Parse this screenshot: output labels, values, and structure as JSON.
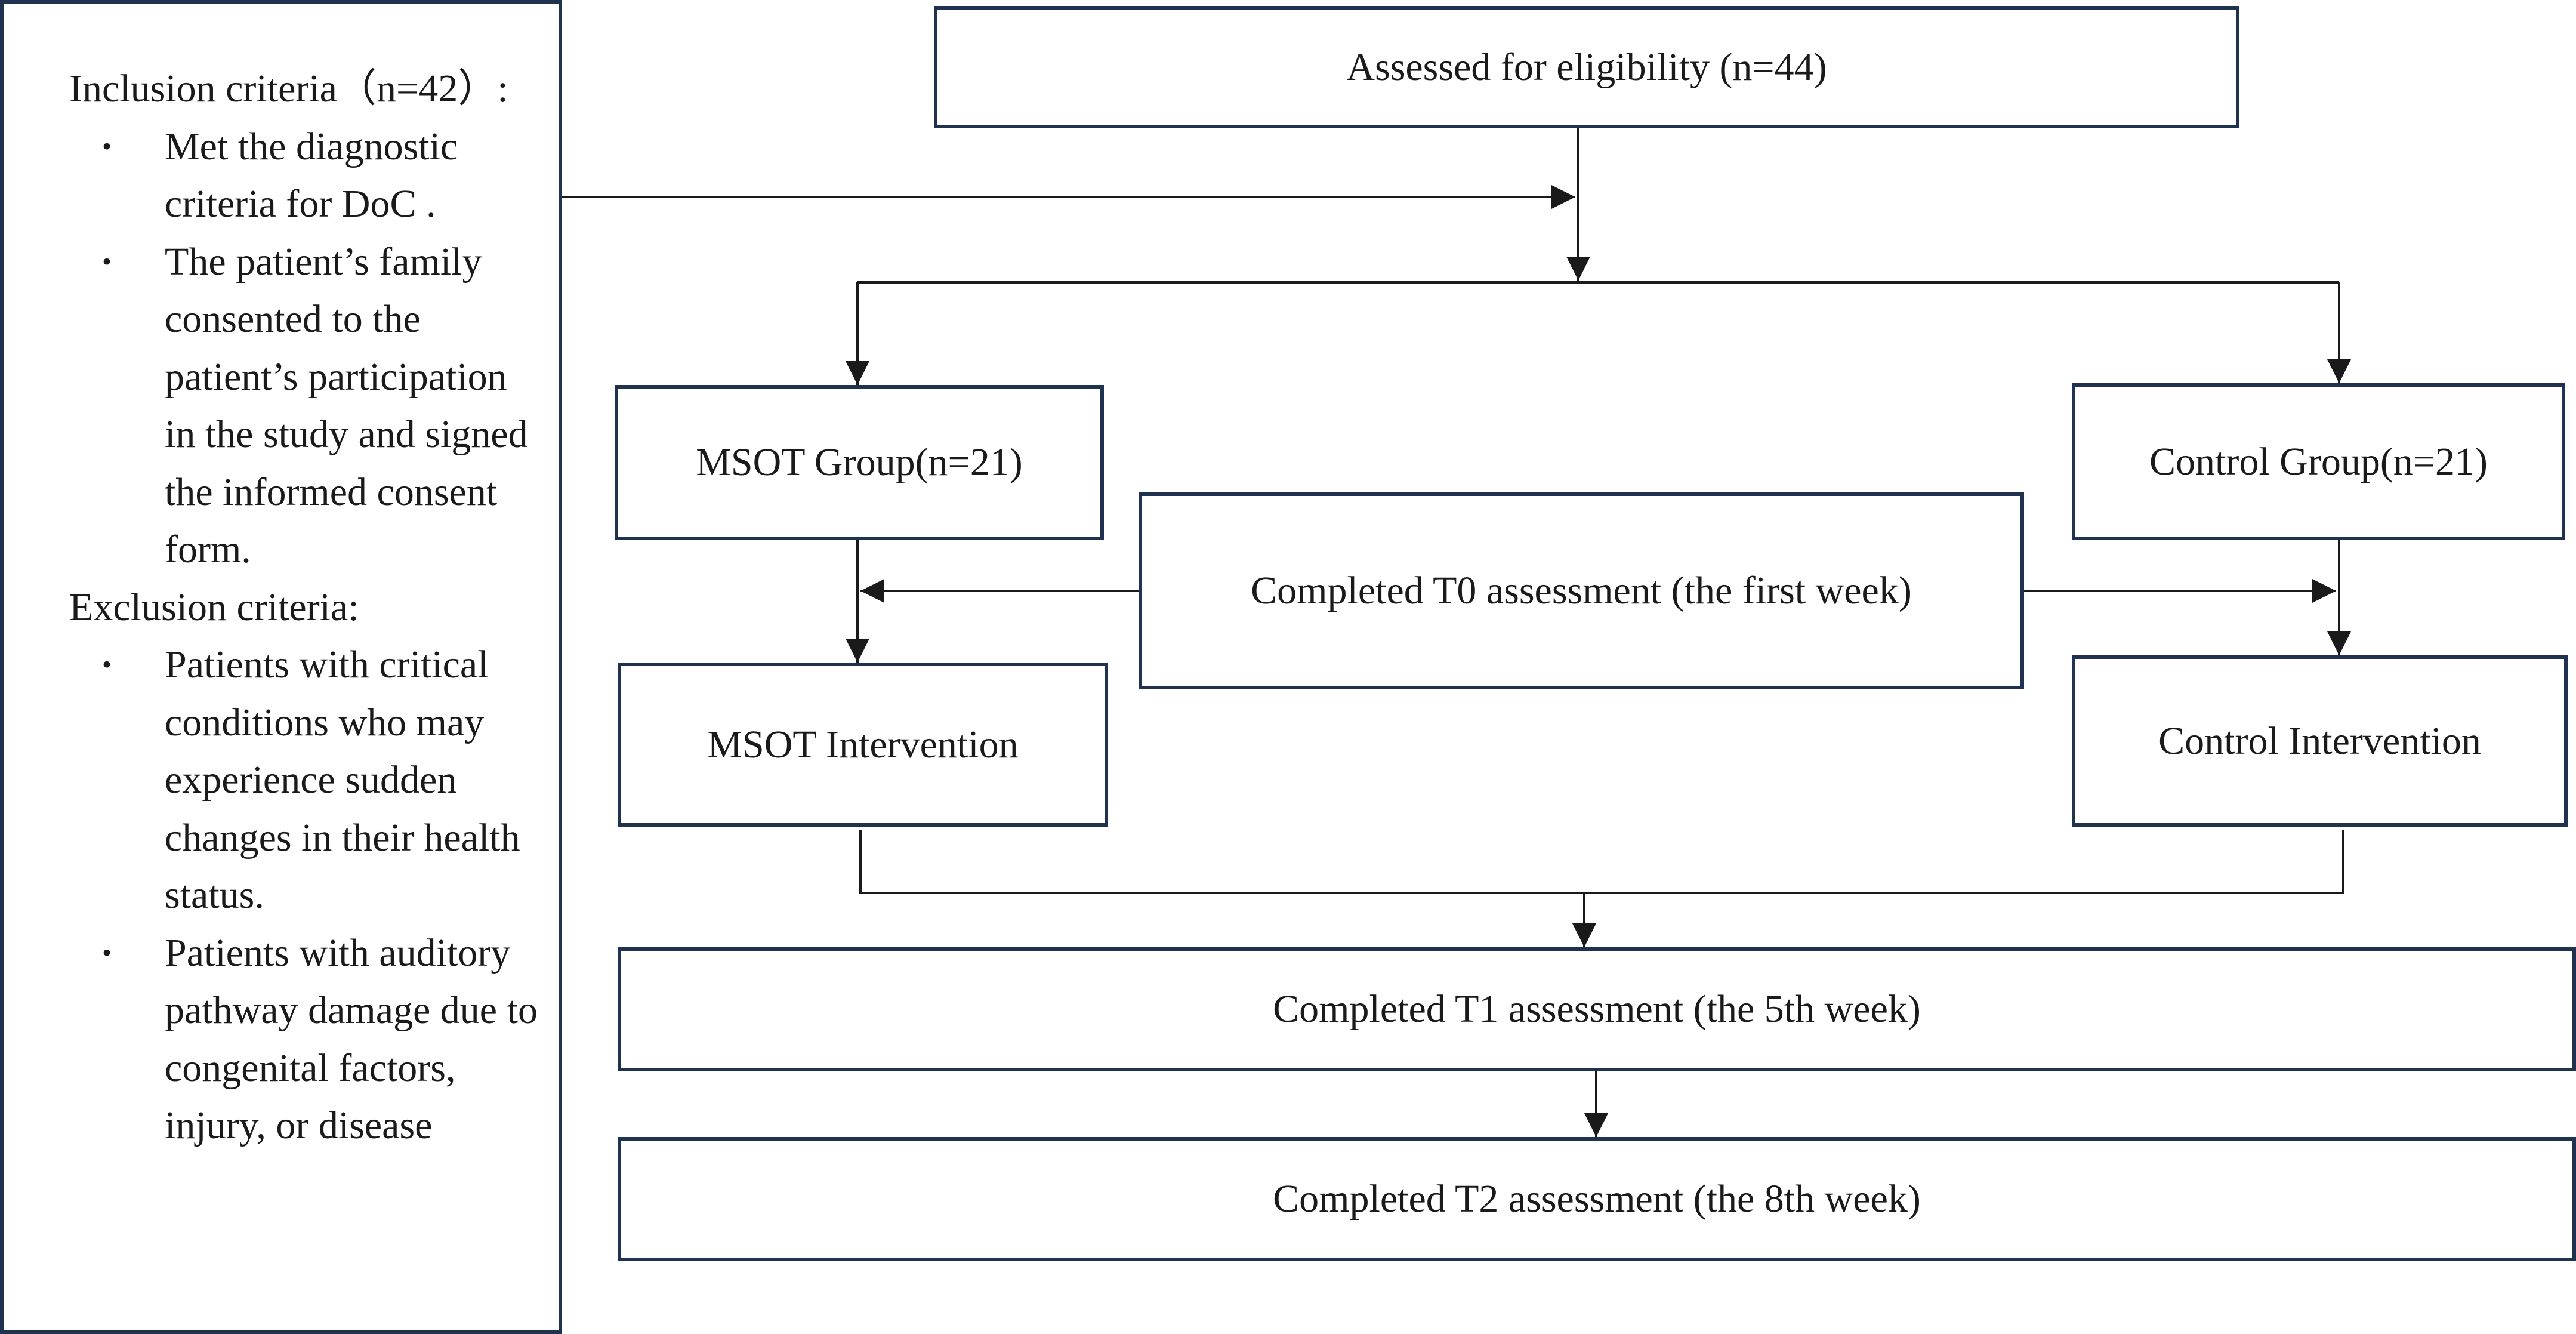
{
  "criteria": {
    "inclusion_title": "Inclusion criteria（n=42）:",
    "inclusion_items": [
      "Met the diagnostic criteria for DoC .",
      "The patient’s family consented to the patient’s participation in the study and signed the informed consent form."
    ],
    "exclusion_title": "Exclusion criteria:",
    "exclusion_items": [
      "Patients with critical conditions who may experience sudden changes in their health status.",
      "Patients with auditory pathway damage due to congenital factors, injury, or disease"
    ]
  },
  "boxes": {
    "eligibility": "Assessed for eligibility (n=44)",
    "msot_group": "MSOT Group(n=21)",
    "control_group": "Control Group(n=21)",
    "t0": "Completed T0 assessment (the first week)",
    "msot_intervention": "MSOT Intervention",
    "control_intervention": "Control Intervention",
    "t1": "Completed T1 assessment (the 5th week)",
    "t2": "Completed T2 assessment (the 8th week)"
  },
  "colors": {
    "border": "#1f3350",
    "line": "#1a1a1a"
  }
}
